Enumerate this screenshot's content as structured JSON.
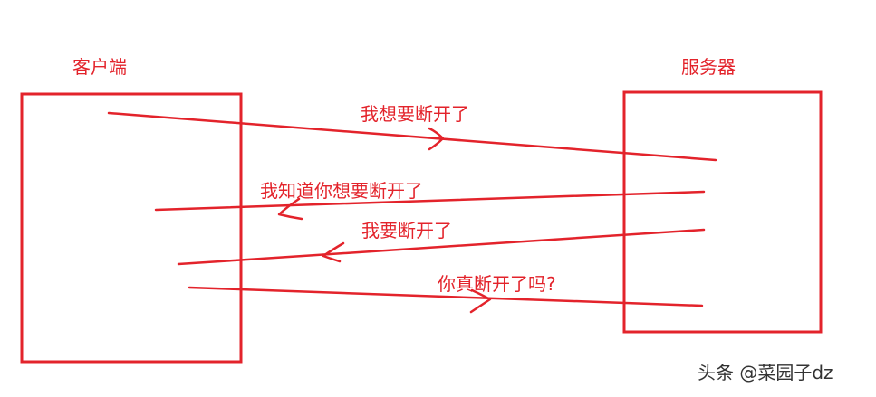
{
  "diagram": {
    "client_label": "客户端",
    "server_label": "服务器",
    "messages": [
      {
        "text": "我想要断开了",
        "direction": "client-to-server"
      },
      {
        "text": "我知道你想要断开了",
        "direction": "server-to-client"
      },
      {
        "text": "我要断开了",
        "direction": "server-to-client"
      },
      {
        "text": "你真断开了吗?",
        "direction": "client-to-server"
      }
    ],
    "stroke_color": "#e3232b"
  },
  "watermark": {
    "text": "头条 @菜园子dz"
  }
}
